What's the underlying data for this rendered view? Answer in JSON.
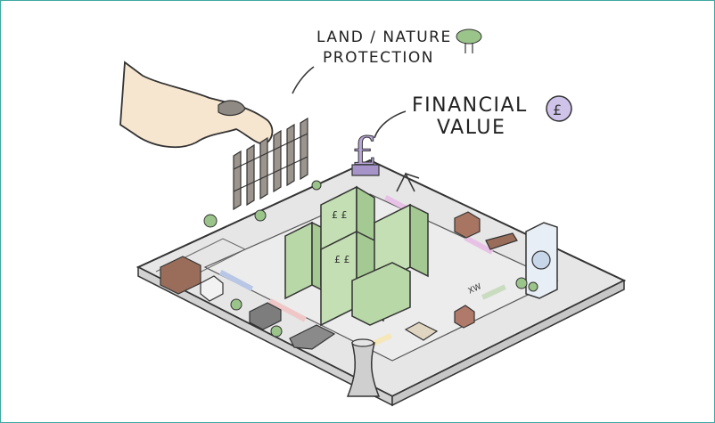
{
  "labels": {
    "land_line1": "LAND / NATURE",
    "land_line2": "PROTECTION",
    "financial_line1": "FINANCIAL",
    "financial_line2": "VALUE",
    "currency_symbol": "£",
    "board_mark": "XW"
  },
  "colors": {
    "frame_border": "#3fa9a0",
    "board_fill": "#e6e6e6",
    "board_edge": "#bdbdbd",
    "building_green": "#b9d8a8",
    "pound_purple": "#b9a6d8",
    "tree_green": "#9bc48a",
    "hand_skin": "#f6e6cf",
    "fence_grey": "#8f8a84"
  },
  "icons": [
    "hand-icon",
    "fence-icon",
    "tree-icon",
    "pound-coin-icon",
    "pound-statue-icon",
    "phone-icon",
    "cooling-tower-icon",
    "house-icon",
    "swing-icon",
    "boat-icon"
  ]
}
